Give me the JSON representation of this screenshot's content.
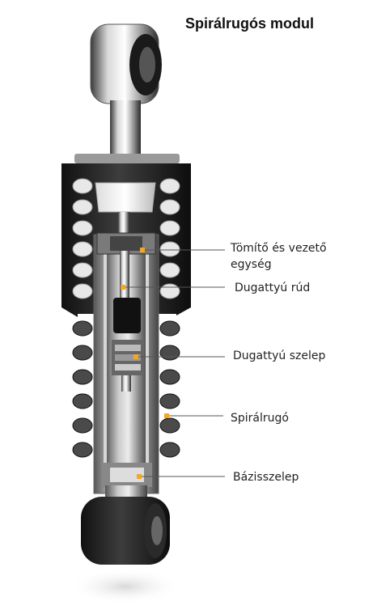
{
  "title": "Spirálrugós modul",
  "accent_color": "#f5a623",
  "labels": [
    {
      "line1": "Tömítő és vezető",
      "line2": "egység"
    },
    {
      "line1": "Dugattyú rúd"
    },
    {
      "line1": "Dugattyú szelep"
    },
    {
      "line1": "Spirálrugó"
    },
    {
      "line1": "Bázisszelep"
    }
  ]
}
